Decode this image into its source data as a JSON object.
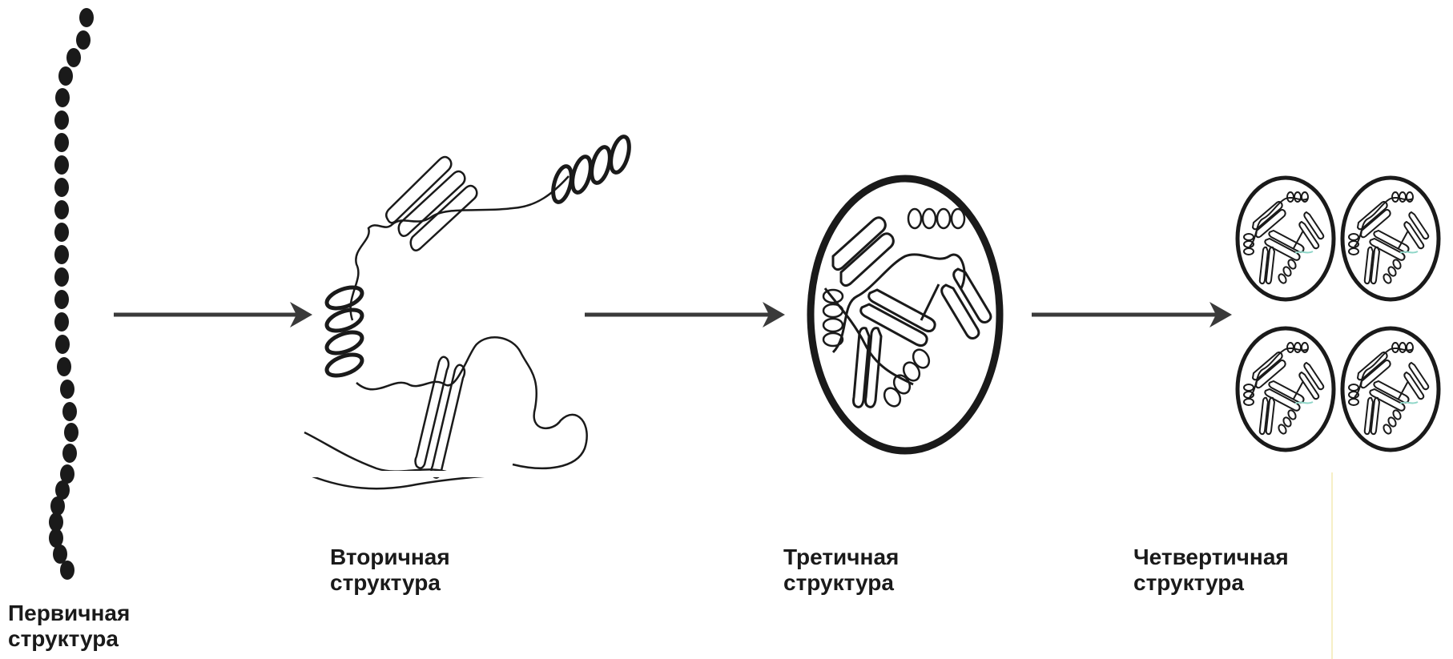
{
  "stages": [
    {
      "id": "primary",
      "line1": "Первичная",
      "line2": "структура"
    },
    {
      "id": "secondary",
      "line1": "Вторичная",
      "line2": "структура"
    },
    {
      "id": "tertiary",
      "line1": "Третичная",
      "line2": "структура"
    },
    {
      "id": "quaternary",
      "line1": "Четвертичная",
      "line2": "структура"
    }
  ],
  "colors": {
    "ink": "#1a1a1a",
    "arrow": "#3a3a3a",
    "accent": "#8fd6c8"
  }
}
